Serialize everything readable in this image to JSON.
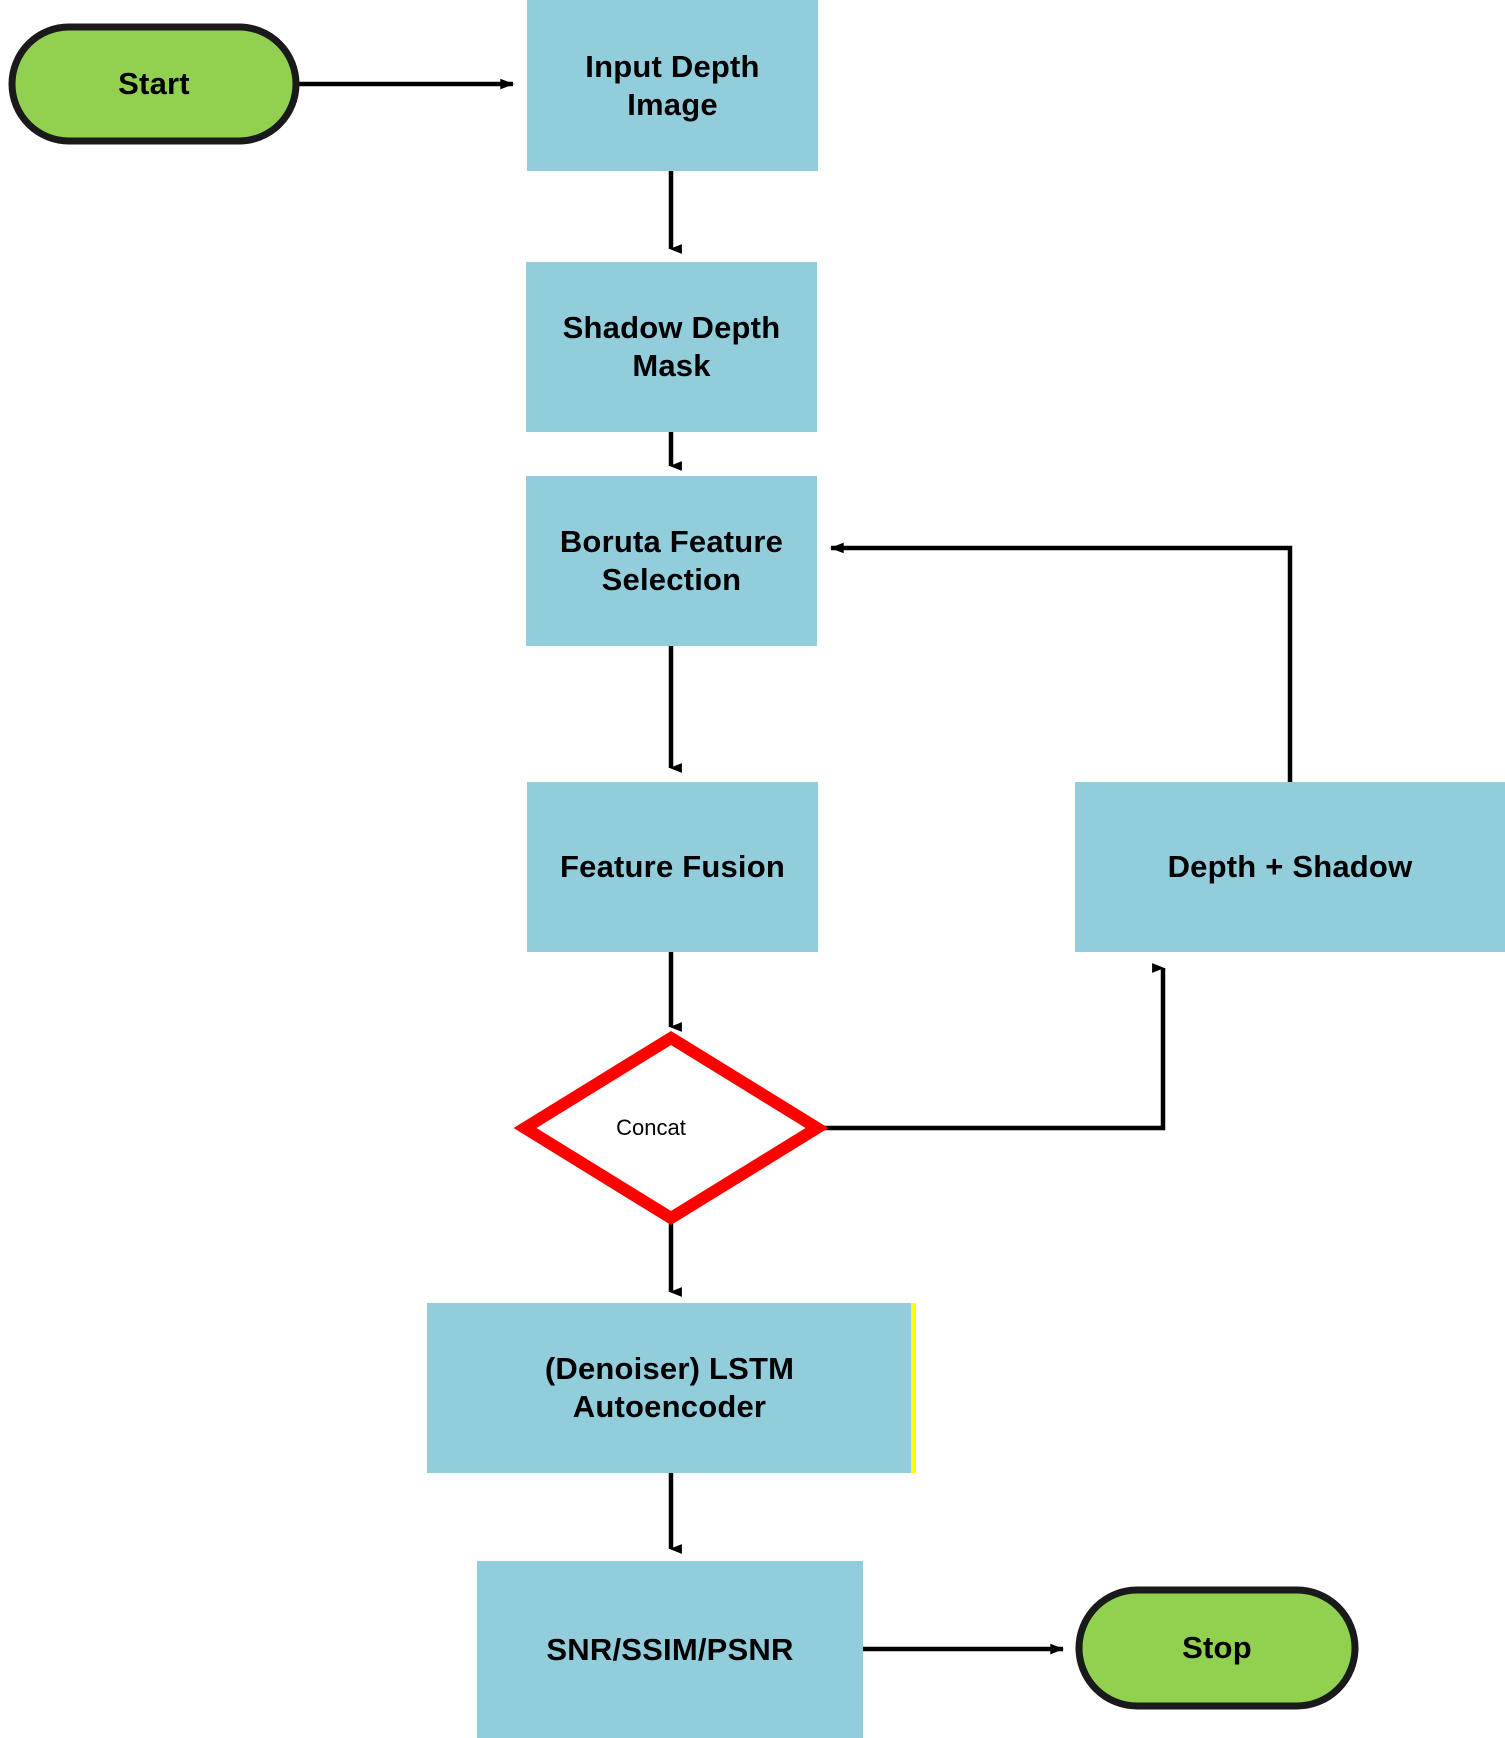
{
  "diagram": {
    "title": "Depth image shadow-removal processing pipeline flowchart",
    "type": "flowchart",
    "colors": {
      "process_fill": "#92CDDC",
      "terminator_fill": "#92D050",
      "terminator_stroke": "#1A1A1A",
      "decision_stroke": "#FF0000",
      "decision_fill": "#FFFFFF",
      "connector": "#000000",
      "accent_edge": "#FFFF00",
      "text": "#000000",
      "background": "#FFFFFF"
    },
    "nodes": [
      {
        "id": "start",
        "shape": "terminator",
        "label": "Start"
      },
      {
        "id": "input",
        "shape": "process",
        "label": "Input Depth\nImage"
      },
      {
        "id": "mask",
        "shape": "process",
        "label": "Shadow Depth\nMask"
      },
      {
        "id": "boruta",
        "shape": "process",
        "label": "Boruta Feature\nSelection"
      },
      {
        "id": "fusion",
        "shape": "process",
        "label": "Feature Fusion"
      },
      {
        "id": "concat",
        "shape": "decision",
        "label": "Concat"
      },
      {
        "id": "depthsh",
        "shape": "process",
        "label": "Depth + Shadow"
      },
      {
        "id": "lstm",
        "shape": "process",
        "label": "(Denoiser) LSTM\nAutoencoder"
      },
      {
        "id": "metrics",
        "shape": "process",
        "label": "SNR/SSIM/PSNR"
      },
      {
        "id": "stop",
        "shape": "terminator",
        "label": "Stop"
      }
    ],
    "edges": [
      {
        "from": "start",
        "to": "input",
        "label": "",
        "routing": "horizontal"
      },
      {
        "from": "input",
        "to": "mask",
        "label": "",
        "routing": "vertical"
      },
      {
        "from": "mask",
        "to": "boruta",
        "label": "",
        "routing": "vertical"
      },
      {
        "from": "boruta",
        "to": "fusion",
        "label": "",
        "routing": "vertical"
      },
      {
        "from": "fusion",
        "to": "concat",
        "label": "",
        "routing": "vertical"
      },
      {
        "from": "concat",
        "to": "depthsh",
        "label": "",
        "routing": "right-then-up"
      },
      {
        "from": "depthsh",
        "to": "boruta",
        "label": "",
        "routing": "up-then-left"
      },
      {
        "from": "concat",
        "to": "lstm",
        "label": "",
        "routing": "vertical"
      },
      {
        "from": "lstm",
        "to": "metrics",
        "label": "",
        "routing": "vertical"
      },
      {
        "from": "metrics",
        "to": "stop",
        "label": "",
        "routing": "horizontal"
      }
    ]
  }
}
